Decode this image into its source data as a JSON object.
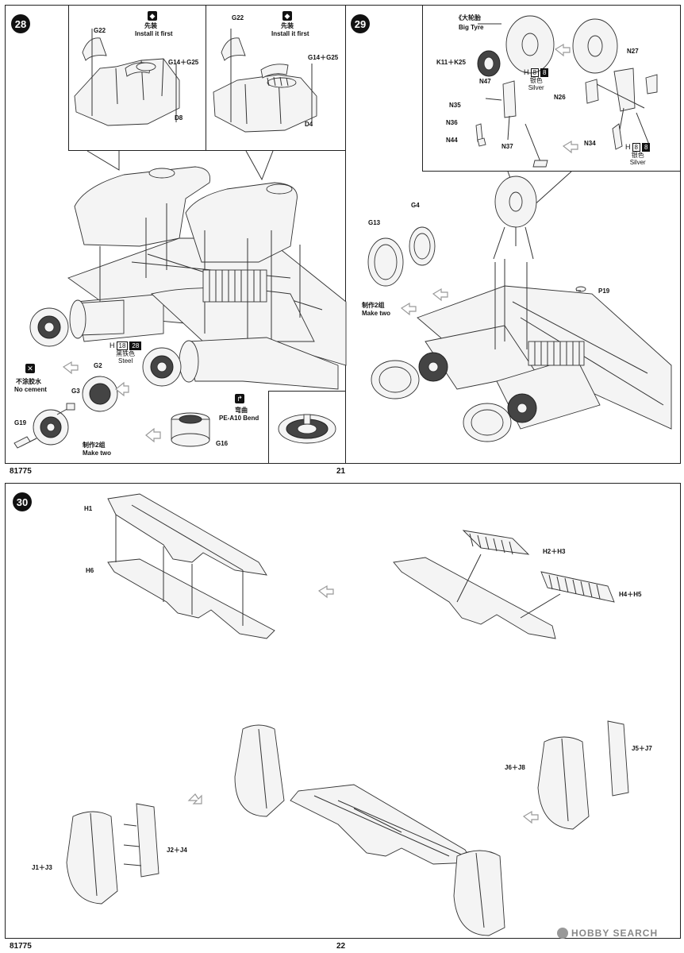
{
  "page_top": {
    "footer_left": "81775",
    "footer_center": "21"
  },
  "step28": {
    "number": "28",
    "sub_left": {
      "g22": "G22",
      "install_cn": "先装",
      "install_en": "Install it first",
      "g14g25": "G14＋G25",
      "d8": "D8"
    },
    "sub_right": {
      "g22": "G22",
      "install_cn": "先装",
      "install_en": "Install it first",
      "g14g25": "G14＋G25",
      "d4": "D4"
    },
    "paint": {
      "code": "H",
      "n1": "18",
      "n2": "28",
      "cn": "黑铁色",
      "en": "Steel"
    },
    "g2": "G2",
    "no_cement_cn": "不涂胶水",
    "no_cement_en": "No cement",
    "g3": "G3",
    "g19": "G19",
    "make_two_cn": "制作2组",
    "make_two_en": "Make two",
    "bend_cn": "弯曲",
    "pe": "PE-A10 Bend",
    "g16": "G16"
  },
  "step29": {
    "number": "29",
    "big_tyre_cn": "《大轮胎",
    "big_tyre_en": "Big Tyre",
    "k11k25": "K11＋K25",
    "n47": "N47",
    "paint1": {
      "code": "H",
      "n1": "8",
      "n2": "8",
      "cn": "银色",
      "en": "Silver"
    },
    "n35": "N35",
    "n36": "N36",
    "n44": "N44",
    "n37": "N37",
    "n27": "N27",
    "n26": "N26",
    "n34": "N34",
    "paint2": {
      "code": "H",
      "n1": "8",
      "n2": "8",
      "cn": "银色",
      "en": "Silver"
    },
    "g13": "G13",
    "g4": "G4",
    "make_two_cn": "制作2组",
    "make_two_en": "Make two",
    "p19": "P19"
  },
  "step30": {
    "number": "30",
    "h1": "H1",
    "h6": "H6",
    "h2h3": "H2＋H3",
    "h4h5": "H4＋H5",
    "j5j7": "J5＋J7",
    "j6j8": "J6＋J8",
    "j1j3": "J1＋J3",
    "j2j4": "J2＋J4"
  },
  "page_bottom": {
    "footer_left": "81775",
    "footer_center": "22",
    "watermark": "HOBBY SEARCH"
  },
  "icons": [
    "install-first-icon",
    "no-cement-icon",
    "bend-icon",
    "watermark-logo-icon"
  ]
}
